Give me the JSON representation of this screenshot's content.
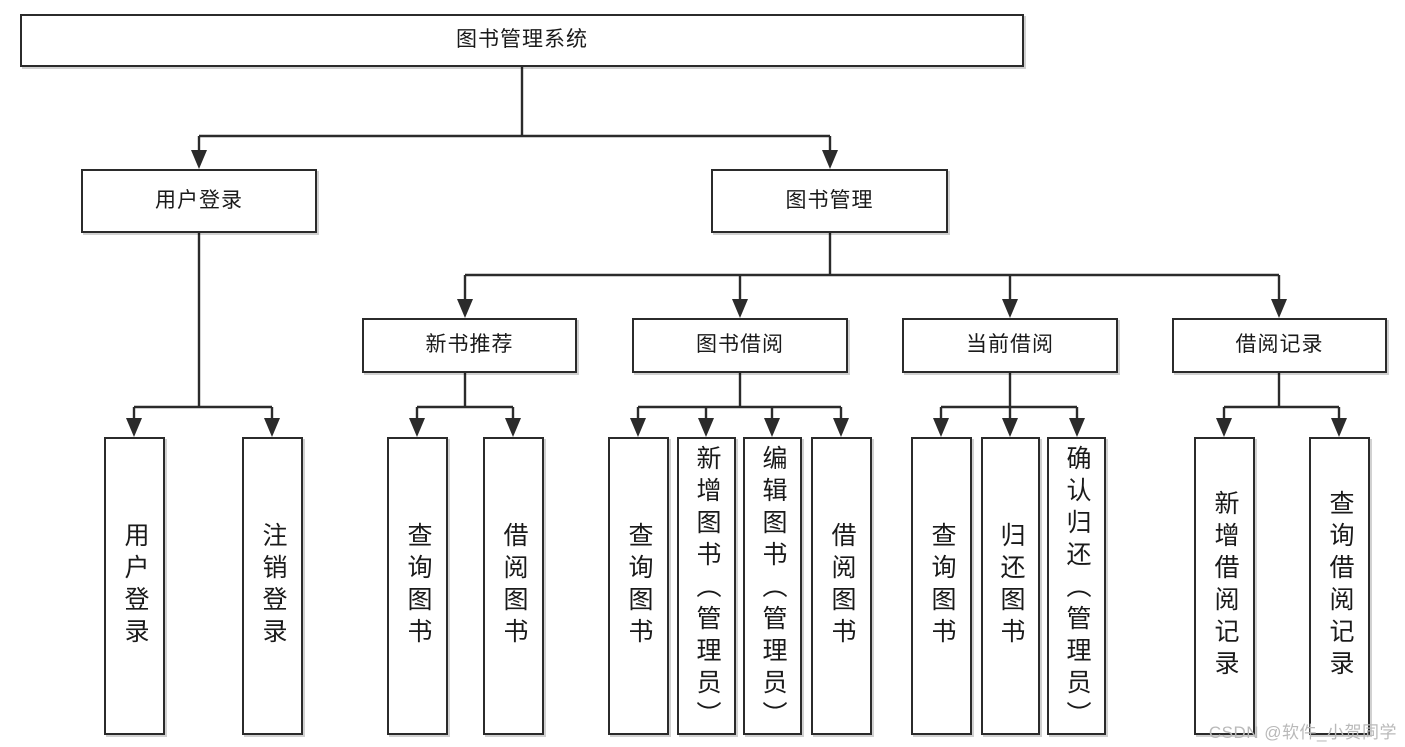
{
  "diagram": {
    "type": "tree",
    "title": "图书管理系统",
    "root": {
      "id": "root",
      "label": "图书管理系统"
    },
    "level2": [
      {
        "id": "user-login",
        "label": "用户登录"
      },
      {
        "id": "book-manage",
        "label": "图书管理"
      }
    ],
    "level3": [
      {
        "id": "new-book-recommend",
        "label": "新书推荐"
      },
      {
        "id": "book-borrow",
        "label": "图书借阅"
      },
      {
        "id": "current-borrow",
        "label": "当前借阅"
      },
      {
        "id": "borrow-record",
        "label": "借阅记录"
      }
    ],
    "leaves": {
      "user_login": [
        {
          "id": "leaf-user-login",
          "label": "用户登录"
        },
        {
          "id": "leaf-logout",
          "label": "注销登录"
        }
      ],
      "new_book_recommend": [
        {
          "id": "leaf-query-book-1",
          "label": "查询图书"
        },
        {
          "id": "leaf-borrow-book-1",
          "label": "借阅图书"
        }
      ],
      "book_borrow": [
        {
          "id": "leaf-query-book-2",
          "label": "查询图书"
        },
        {
          "id": "leaf-add-book",
          "label": "新增图书（管理员）"
        },
        {
          "id": "leaf-edit-book",
          "label": "编辑图书（管理员）"
        },
        {
          "id": "leaf-borrow-book-2",
          "label": "借阅图书"
        }
      ],
      "current_borrow": [
        {
          "id": "leaf-query-book-3",
          "label": "查询图书"
        },
        {
          "id": "leaf-return-book",
          "label": "归还图书"
        },
        {
          "id": "leaf-confirm-return",
          "label": "确认归还（管理员）"
        }
      ],
      "borrow_record": [
        {
          "id": "leaf-add-record",
          "label": "新增借阅记录"
        },
        {
          "id": "leaf-query-record",
          "label": "查询借阅记录"
        }
      ]
    }
  },
  "watermark": {
    "text": "CSDN @软件_小贺同学"
  },
  "colors": {
    "stroke": "#2b2b2b",
    "background": "#ffffff",
    "text": "#1a1a1a",
    "watermark": "#b9b9b9"
  }
}
